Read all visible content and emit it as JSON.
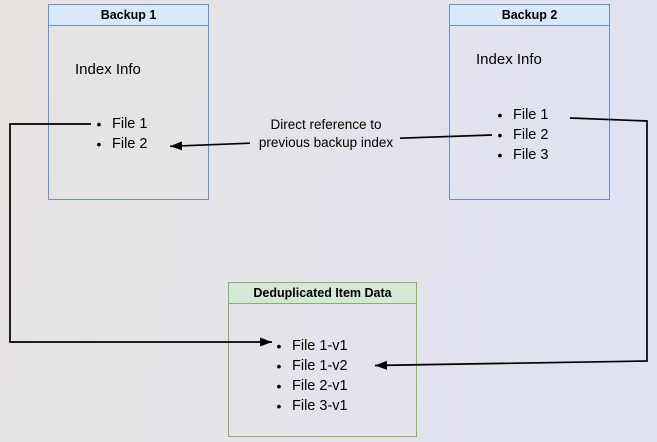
{
  "diagram": {
    "type": "backup-deduplication-diagram",
    "bullet_char": "•",
    "colors": {
      "blue_box_fill": "#dae8fc",
      "blue_box_border": "#6c8ebf",
      "green_box_fill": "#d5e8d4",
      "green_box_border": "#82b366",
      "arrow": "#000000",
      "background_from": "#e6e3e0",
      "background_to": "#dfe2f3"
    },
    "boxes": {
      "backup1": {
        "title": "Backup 1",
        "subtitle": "Index Info",
        "items": [
          "File 1",
          "File 2"
        ]
      },
      "backup2": {
        "title": "Backup 2",
        "subtitle": "Index Info",
        "items": [
          "File 1",
          "File 2",
          "File 3"
        ]
      },
      "dedup": {
        "title": "Deduplicated Item Data",
        "items": [
          "File 1-v1",
          "File 1-v2",
          "File 2-v1",
          "File 3-v1"
        ]
      }
    },
    "annotations": {
      "edge_label": "Direct reference to previous backup index"
    }
  }
}
